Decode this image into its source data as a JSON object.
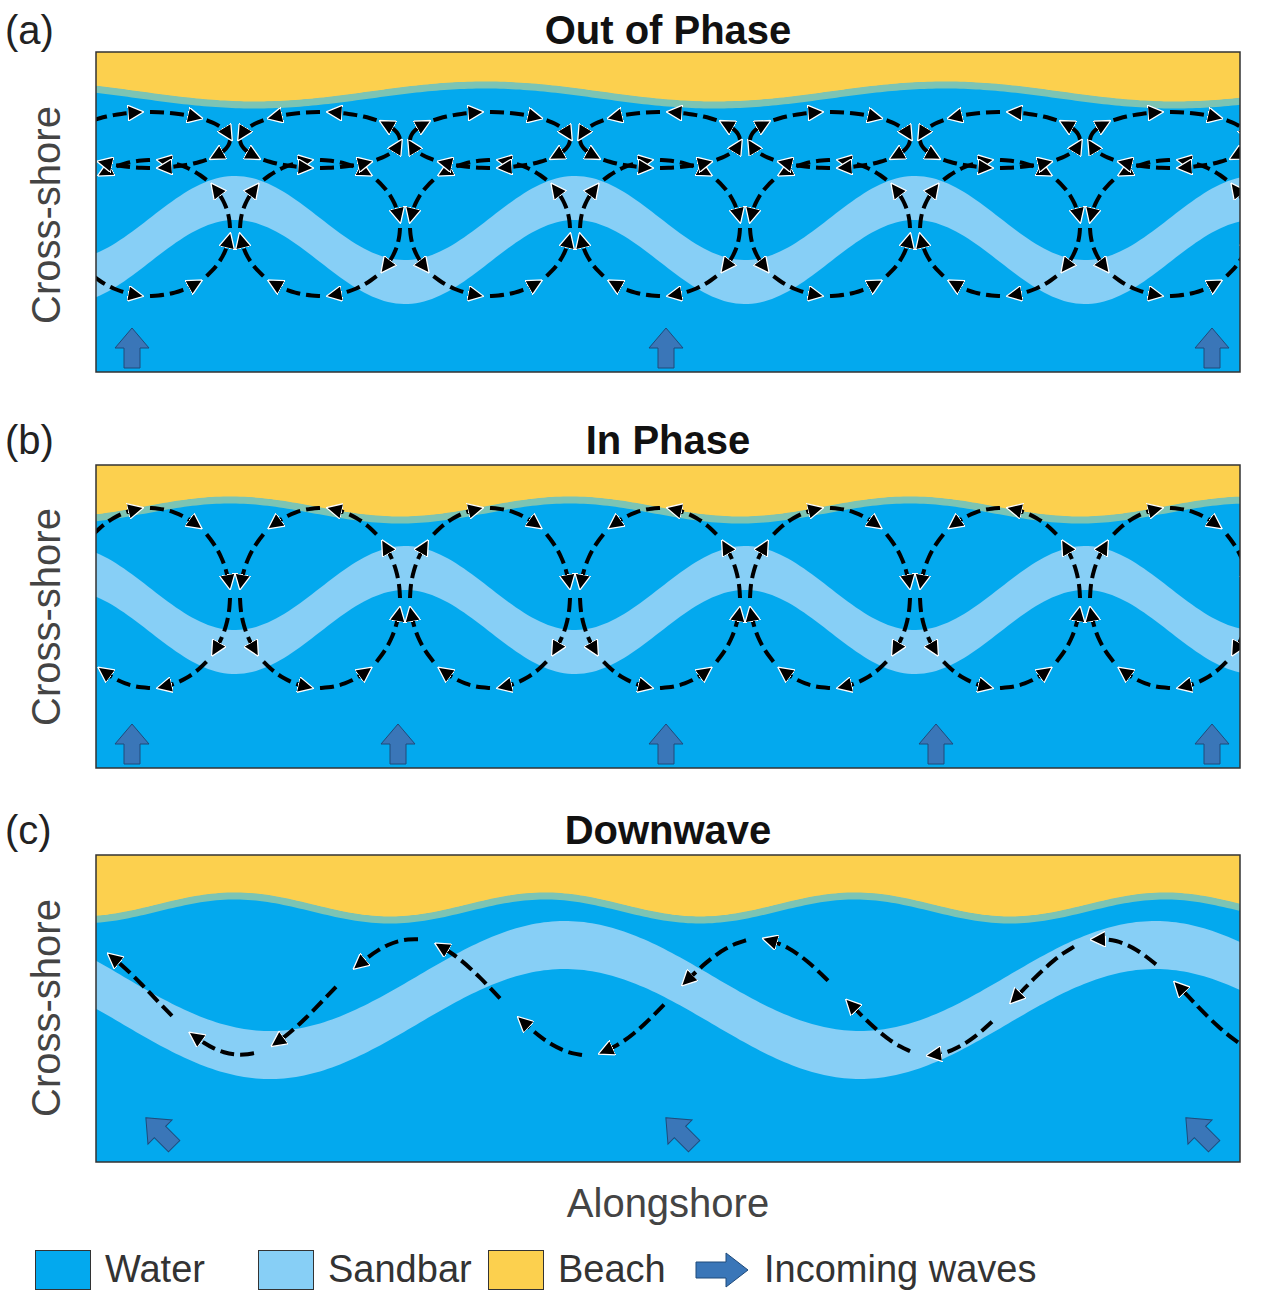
{
  "diagram": {
    "labels": [
      "(a)",
      "Out of Phase",
      "Cross-shore",
      "(b)",
      "In Phase",
      "Cross-shore",
      "(c)",
      "Downwave",
      "Cross-shore",
      "Alongshore"
    ],
    "legend": [
      {
        "text": "Water",
        "color": "#03a9ee"
      },
      {
        "text": "Sandbar",
        "color": "#87cff6"
      },
      {
        "text": "Beach",
        "color": "#fcd04e"
      },
      {
        "text": "Incoming waves"
      }
    ]
  }
}
